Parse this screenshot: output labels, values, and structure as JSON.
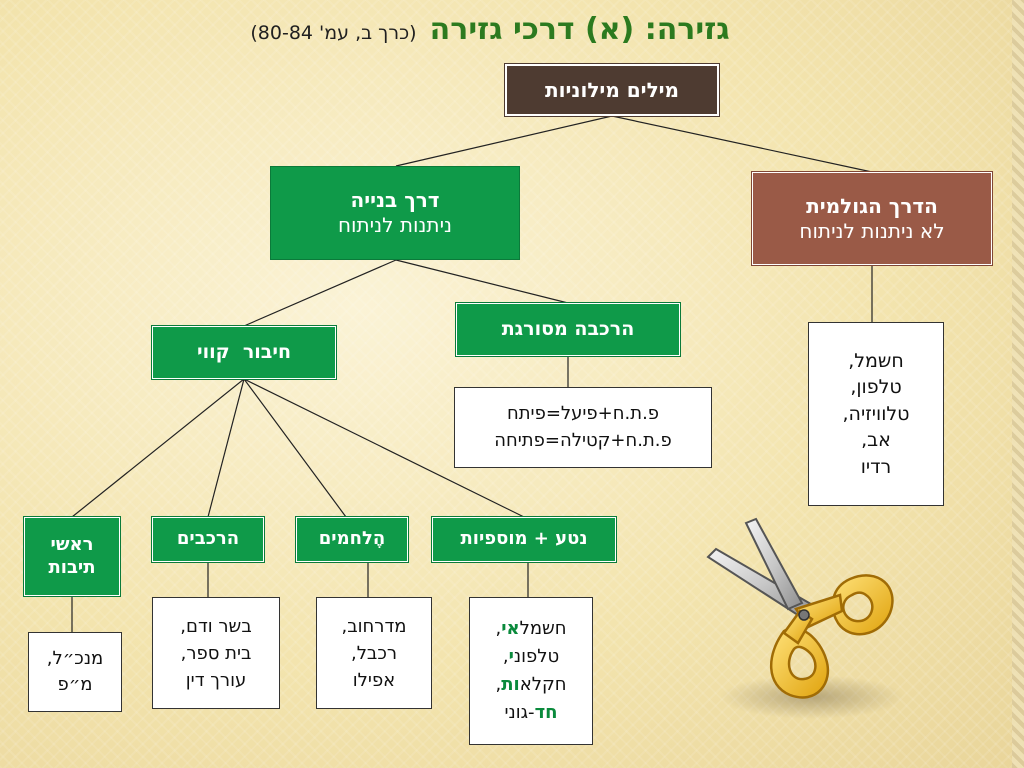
{
  "title": {
    "main": "גזירה: (א) דרכי גזירה",
    "sub": "(כרך ב, עמ' 80-84)"
  },
  "root": {
    "label": "מילים מילוניות"
  },
  "construction": {
    "label": "דרך בנייה",
    "sub": "ניתנות לניתוח"
  },
  "raw": {
    "label": "הדרך הגולמית",
    "sub": "לא ניתנות לניתוח"
  },
  "raw_examples": [
    "חשמל,",
    "טלפון,",
    "טלוויזיה,",
    "אב,",
    "רדיו"
  ],
  "nonlinear": {
    "label": "הרכבה מסורגת"
  },
  "nonlinear_examples": [
    "פ.ת.ח+פיעל=פיתח",
    "פ.ת.ח+קטילה=פתיחה"
  ],
  "linear": {
    "label": "חיבור  קווי"
  },
  "acronyms": {
    "label": "ראשי תיבות",
    "examples": [
      "מנכ״ל,",
      "מ״פ"
    ]
  },
  "compounds": {
    "label": "הרכבים",
    "examples": [
      "בשר ודם,",
      "בית ספר,",
      "עורך דין"
    ]
  },
  "blends": {
    "label": "הֶלחמים",
    "examples": [
      "מדרחוב,",
      "רכבל,",
      "אפילו"
    ]
  },
  "suffixes": {
    "label": "נטע + מוספיות",
    "examples": [
      {
        "base": "חשמל",
        "suffix": "אי",
        "tail": ","
      },
      {
        "base": "טלפונ",
        "suffix": "י",
        "tail": ","
      },
      {
        "base": "חקלא",
        "suffix": "ות",
        "tail": ","
      },
      {
        "base": "",
        "suffix": "חד",
        "tail": "-גוני"
      }
    ]
  },
  "icons": {
    "scissors": "scissors-icon"
  },
  "colors": {
    "green_box": "#0f9a49",
    "root_box": "#4e3b31",
    "raw_box": "#9a5a47",
    "title_green": "#2c7a1f"
  }
}
